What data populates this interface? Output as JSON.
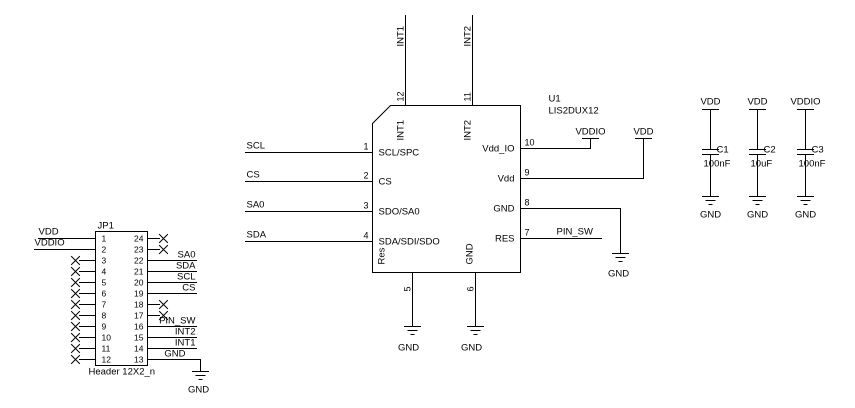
{
  "ic": {
    "refdes": "U1",
    "part": "LIS2DUX12",
    "left_pins": [
      {
        "num": "1",
        "name": "SCL/SPC",
        "net": "SCL"
      },
      {
        "num": "2",
        "name": "CS",
        "net": "CS"
      },
      {
        "num": "3",
        "name": "SDO/SA0",
        "net": "SA0"
      },
      {
        "num": "4",
        "name": "SDA/SDI/SDO",
        "net": "SDA"
      }
    ],
    "right_pins": [
      {
        "num": "10",
        "name": "Vdd_IO"
      },
      {
        "num": "9",
        "name": "Vdd"
      },
      {
        "num": "8",
        "name": "GND"
      },
      {
        "num": "7",
        "name": "RES",
        "net": "PIN_SW"
      }
    ],
    "top_pins": [
      {
        "num": "12",
        "name": "INT1",
        "net": "INT1"
      },
      {
        "num": "11",
        "name": "INT2",
        "net": "INT2"
      }
    ],
    "bottom_pins": [
      {
        "num": "5",
        "name": "Res"
      },
      {
        "num": "6",
        "name": "GND"
      }
    ]
  },
  "nets": {
    "vdd": "VDD",
    "vddio": "VDDIO",
    "gnd": "GND",
    "pin_sw": "PIN_SW"
  },
  "header": {
    "refdes": "JP1",
    "part": "Header 12X2_n",
    "left_numbers": [
      "1",
      "2",
      "3",
      "4",
      "5",
      "6",
      "7",
      "8",
      "9",
      "10",
      "11",
      "12"
    ],
    "right_numbers": [
      "24",
      "23",
      "22",
      "21",
      "20",
      "19",
      "18",
      "17",
      "16",
      "15",
      "14",
      "13"
    ],
    "left_nets": {
      "pin1": "VDD",
      "pin2": "VDDIO"
    },
    "right_nets": {
      "pin22": "SA0",
      "pin21": "SDA",
      "pin20": "SCL",
      "pin19": "CS",
      "pin16": "PIN_SW",
      "pin15": "INT2",
      "pin14": "INT1",
      "pin13": "GND"
    }
  },
  "capacitors": [
    {
      "refdes": "C1",
      "value": "100nF",
      "rail": "VDD"
    },
    {
      "refdes": "C2",
      "value": "10uF",
      "rail": "VDD"
    },
    {
      "refdes": "C3",
      "value": "100nF",
      "rail": "VDDIO"
    }
  ]
}
